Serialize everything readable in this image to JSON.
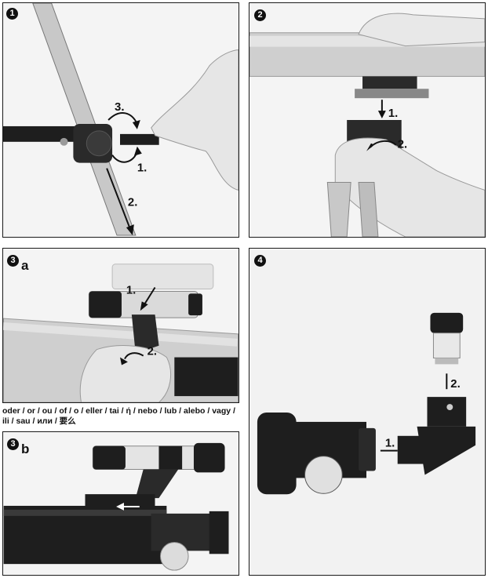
{
  "panels": {
    "p1": {
      "number": "1",
      "steps": [
        "3.",
        "1.",
        "2."
      ]
    },
    "p2": {
      "number": "2",
      "steps": [
        "1.",
        "2."
      ]
    },
    "p3a": {
      "number": "3",
      "sub": "a",
      "steps": [
        "1.",
        "2."
      ]
    },
    "p3b": {
      "number": "3",
      "sub": "b"
    },
    "p4": {
      "number": "4",
      "steps": [
        "1.",
        "2."
      ]
    }
  },
  "separator_text": "oder / or / ou / of / o / eller / tai / ή / nebo / lub / alebo / vagy / ili / sau / или / 要么"
}
